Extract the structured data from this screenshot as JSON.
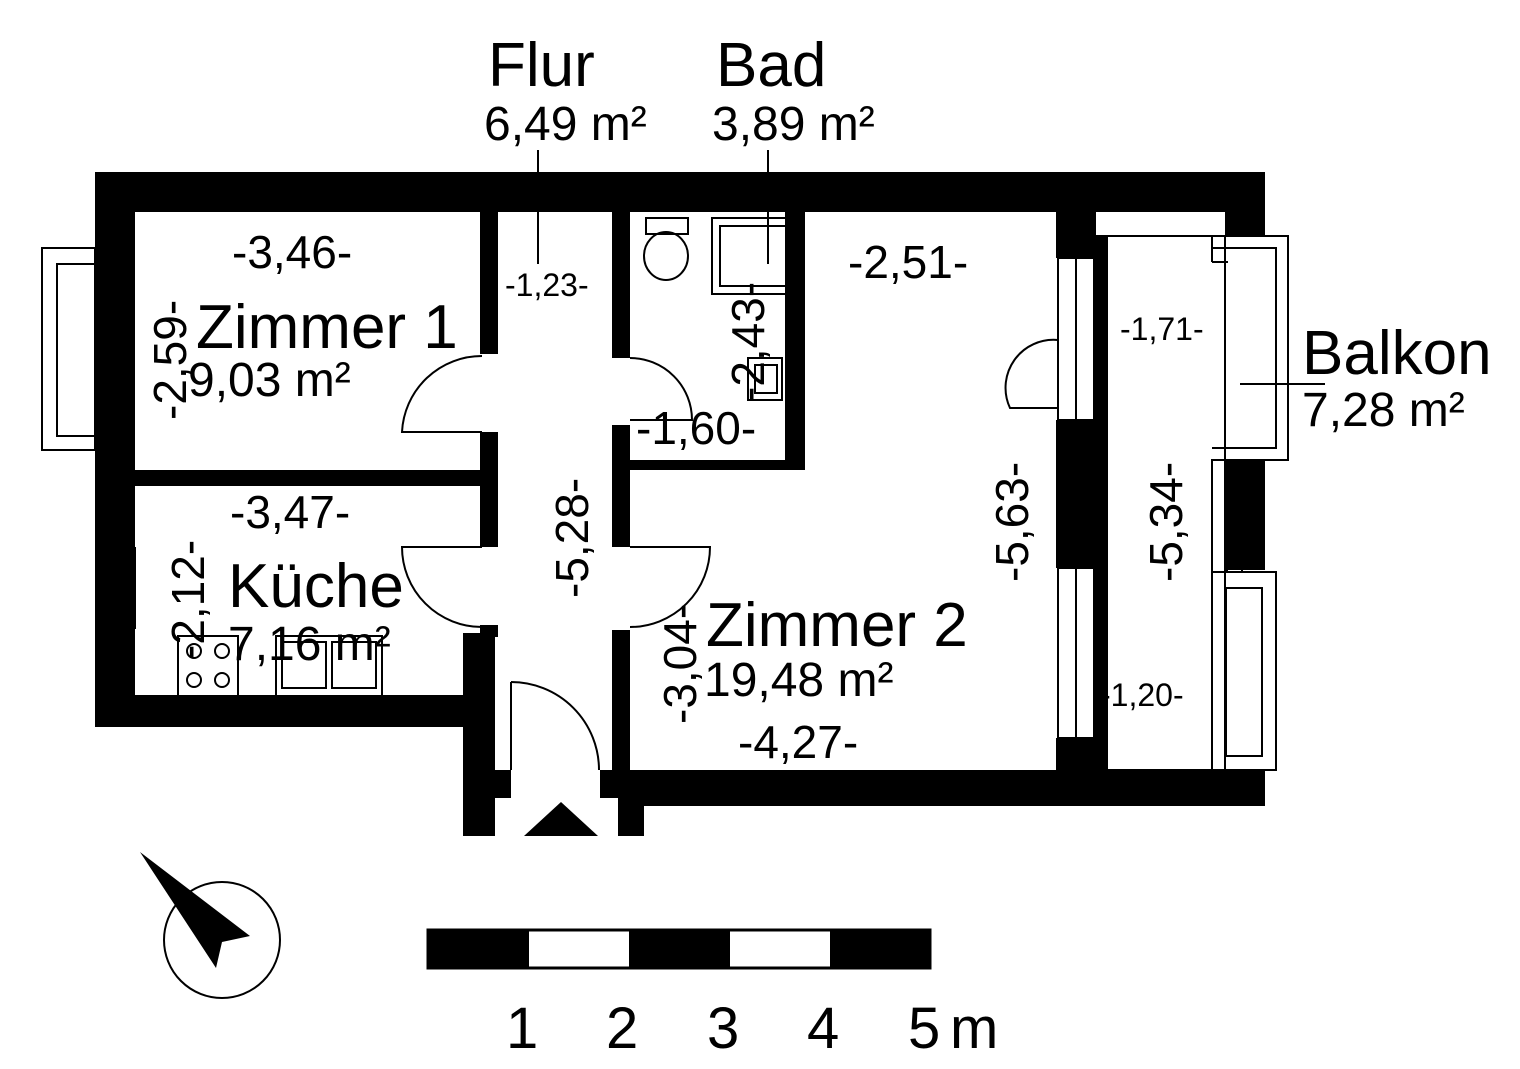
{
  "rooms": {
    "flur": {
      "name": "Flur",
      "area": "6,49 m²"
    },
    "bad": {
      "name": "Bad",
      "area": "3,89 m²"
    },
    "zimmer1": {
      "name": "Zimmer 1",
      "area": "9,03 m²"
    },
    "kueche": {
      "name": "Küche",
      "area": "7,16 m²"
    },
    "zimmer2": {
      "name": "Zimmer 2",
      "area": "19,48 m²"
    },
    "balkon": {
      "name": "Balkon",
      "area": "7,28 m²"
    }
  },
  "dimensions": {
    "z1_width": "-3,46-",
    "z1_height": "-2,59-",
    "flur_width": "-1,23-",
    "flur_length": "-5,28-",
    "bad_height": "-2,43-",
    "bad_width": "-1,60-",
    "z2_top": "-2,51-",
    "z2_height": "-5,63-",
    "z2_lower_height": "-3,04-",
    "z2_bottom": "-4,27-",
    "kueche_width": "-3,47-",
    "kueche_height": "-2,12-",
    "balkon_top": "-1,71-",
    "balkon_length": "-5,34-",
    "balkon_bottom": "-1,20-"
  },
  "scale": {
    "labels": [
      "1",
      "2",
      "3",
      "4",
      "5"
    ],
    "unit": "m"
  },
  "icons": {
    "north_arrow": "compass-north-arrow-icon",
    "entrance": "entrance-triangle-icon",
    "toilet": "toilet-icon",
    "shower": "shower-tray-icon",
    "washbasin": "washbasin-icon",
    "stove": "stove-icon",
    "sink": "kitchen-sink-icon"
  },
  "colors": {
    "ink": "#000000",
    "paper": "#ffffff"
  }
}
